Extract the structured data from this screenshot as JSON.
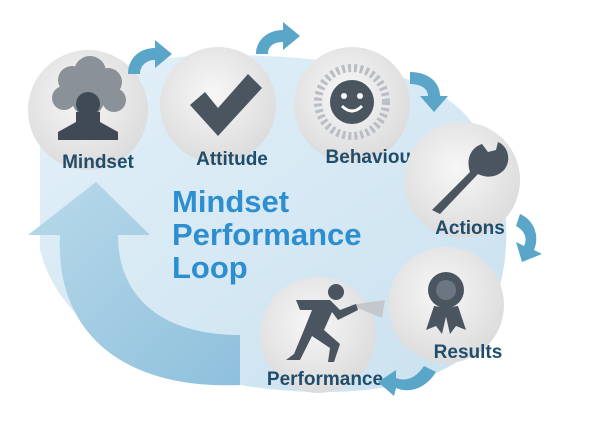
{
  "diagram": {
    "title_lines": [
      "Mindset",
      "Performance",
      "Loop"
    ],
    "stages": [
      {
        "id": "mindset",
        "label": "Mindset",
        "icon": "head-cloud-icon"
      },
      {
        "id": "attitude",
        "label": "Attitude",
        "icon": "checkmark-icon"
      },
      {
        "id": "behaviour",
        "label": "Behaviour",
        "icon": "smiley-gauge-icon"
      },
      {
        "id": "actions",
        "label": "Actions",
        "icon": "wrench-icon"
      },
      {
        "id": "results",
        "label": "Results",
        "icon": "award-ribbon-icon"
      },
      {
        "id": "performance",
        "label": "Performance",
        "icon": "sprinter-icon"
      }
    ],
    "colors": {
      "background_blob": "#d6e9f4",
      "circle_fill": "#ececec",
      "icon_fill": "#5a6570",
      "label": "#1f4d6b",
      "title": "#2e8fd0",
      "arrow": "#5aa6c9",
      "big_arrow": "#a9cde2"
    }
  }
}
